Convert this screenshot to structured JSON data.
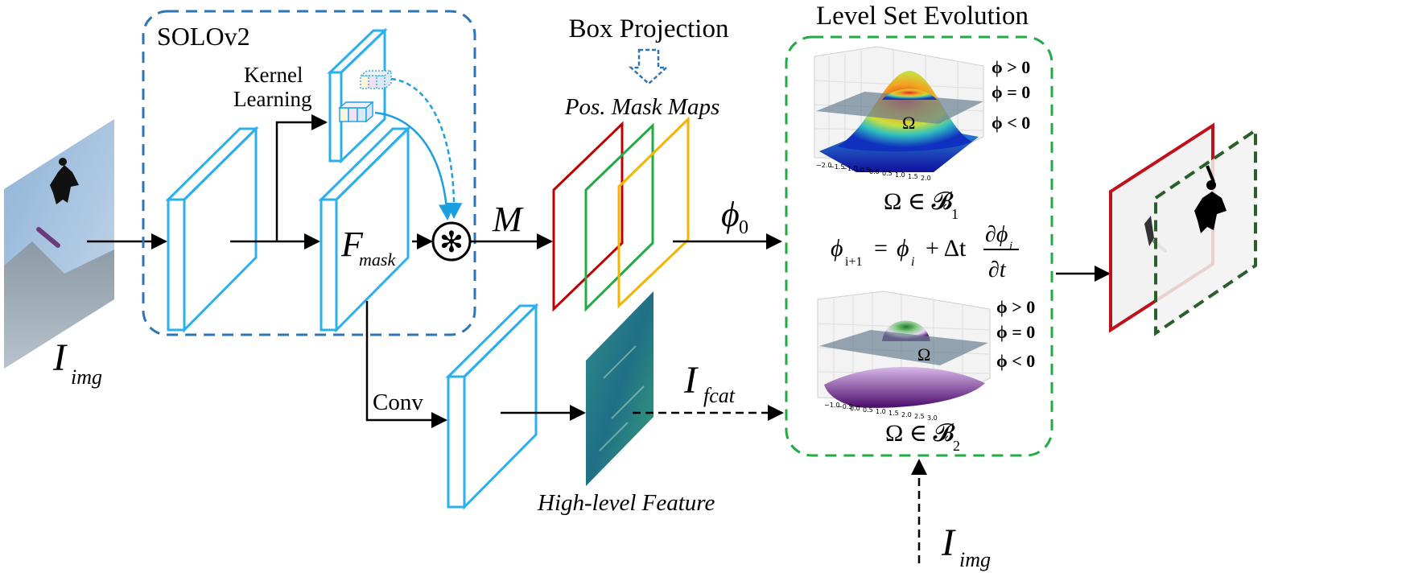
{
  "solo": {
    "title": "SOLOv2",
    "kernel_line1": "Kernel",
    "kernel_line2": "Learning",
    "fmask_main": "F",
    "fmask_sub": "mask",
    "conv_op": "✻"
  },
  "input": {
    "symbol": "I",
    "sub": "img"
  },
  "box_projection": "Box Projection",
  "pos_mask_maps": "Pos. Mask Maps",
  "m_label": "M",
  "phi0_main": "ϕ",
  "phi0_sub": "0",
  "conv_label": "Conv",
  "high_level_feature": "High-level Feature",
  "ifcat_main": "I",
  "ifcat_sub": "fcat",
  "level_set": {
    "title": "Level Set Evolution",
    "phi_gt": "ϕ > 0",
    "phi_eq": "ϕ = 0",
    "phi_lt": "ϕ < 0",
    "omega": "Ω",
    "omega_b1_main": "Ω ∈ 𝓑",
    "omega_b1_sub": "1",
    "omega_b2_main": "Ω ∈ 𝓑",
    "omega_b2_sub": "2",
    "eq_lhs": "ϕ",
    "eq_lhs_sub": "i+1",
    "eq_eq": "=",
    "eq_phi": "ϕ",
    "eq_phi_sub": "i",
    "eq_plus": "+ Δt",
    "eq_num": "∂ϕ",
    "eq_num_sub": "i",
    "eq_den": "∂t",
    "axis_ticks_1": [
      "−2.0",
      "−1.5",
      "−1.0",
      "−0.5",
      "0.0",
      "0.5",
      "1.0",
      "1.5",
      "2.0"
    ],
    "axis_ticks_2": [
      "−1.0",
      "−0.5",
      "0.0",
      "0.5",
      "1.0",
      "1.5",
      "2.0",
      "2.5",
      "3.0"
    ]
  },
  "bottom_input": {
    "symbol": "I",
    "sub": "img"
  },
  "colors": {
    "solo_border": "#2e75b6",
    "level_border": "#22aa44",
    "feature_block": "#2ab0ee",
    "arrow_blue": "#1c9fe0",
    "mask_red": "#c00000",
    "mask_green": "#22aa44",
    "mask_yellow": "#f4b400",
    "output_red": "#c0101a",
    "output_green": "#2a5e2a"
  }
}
